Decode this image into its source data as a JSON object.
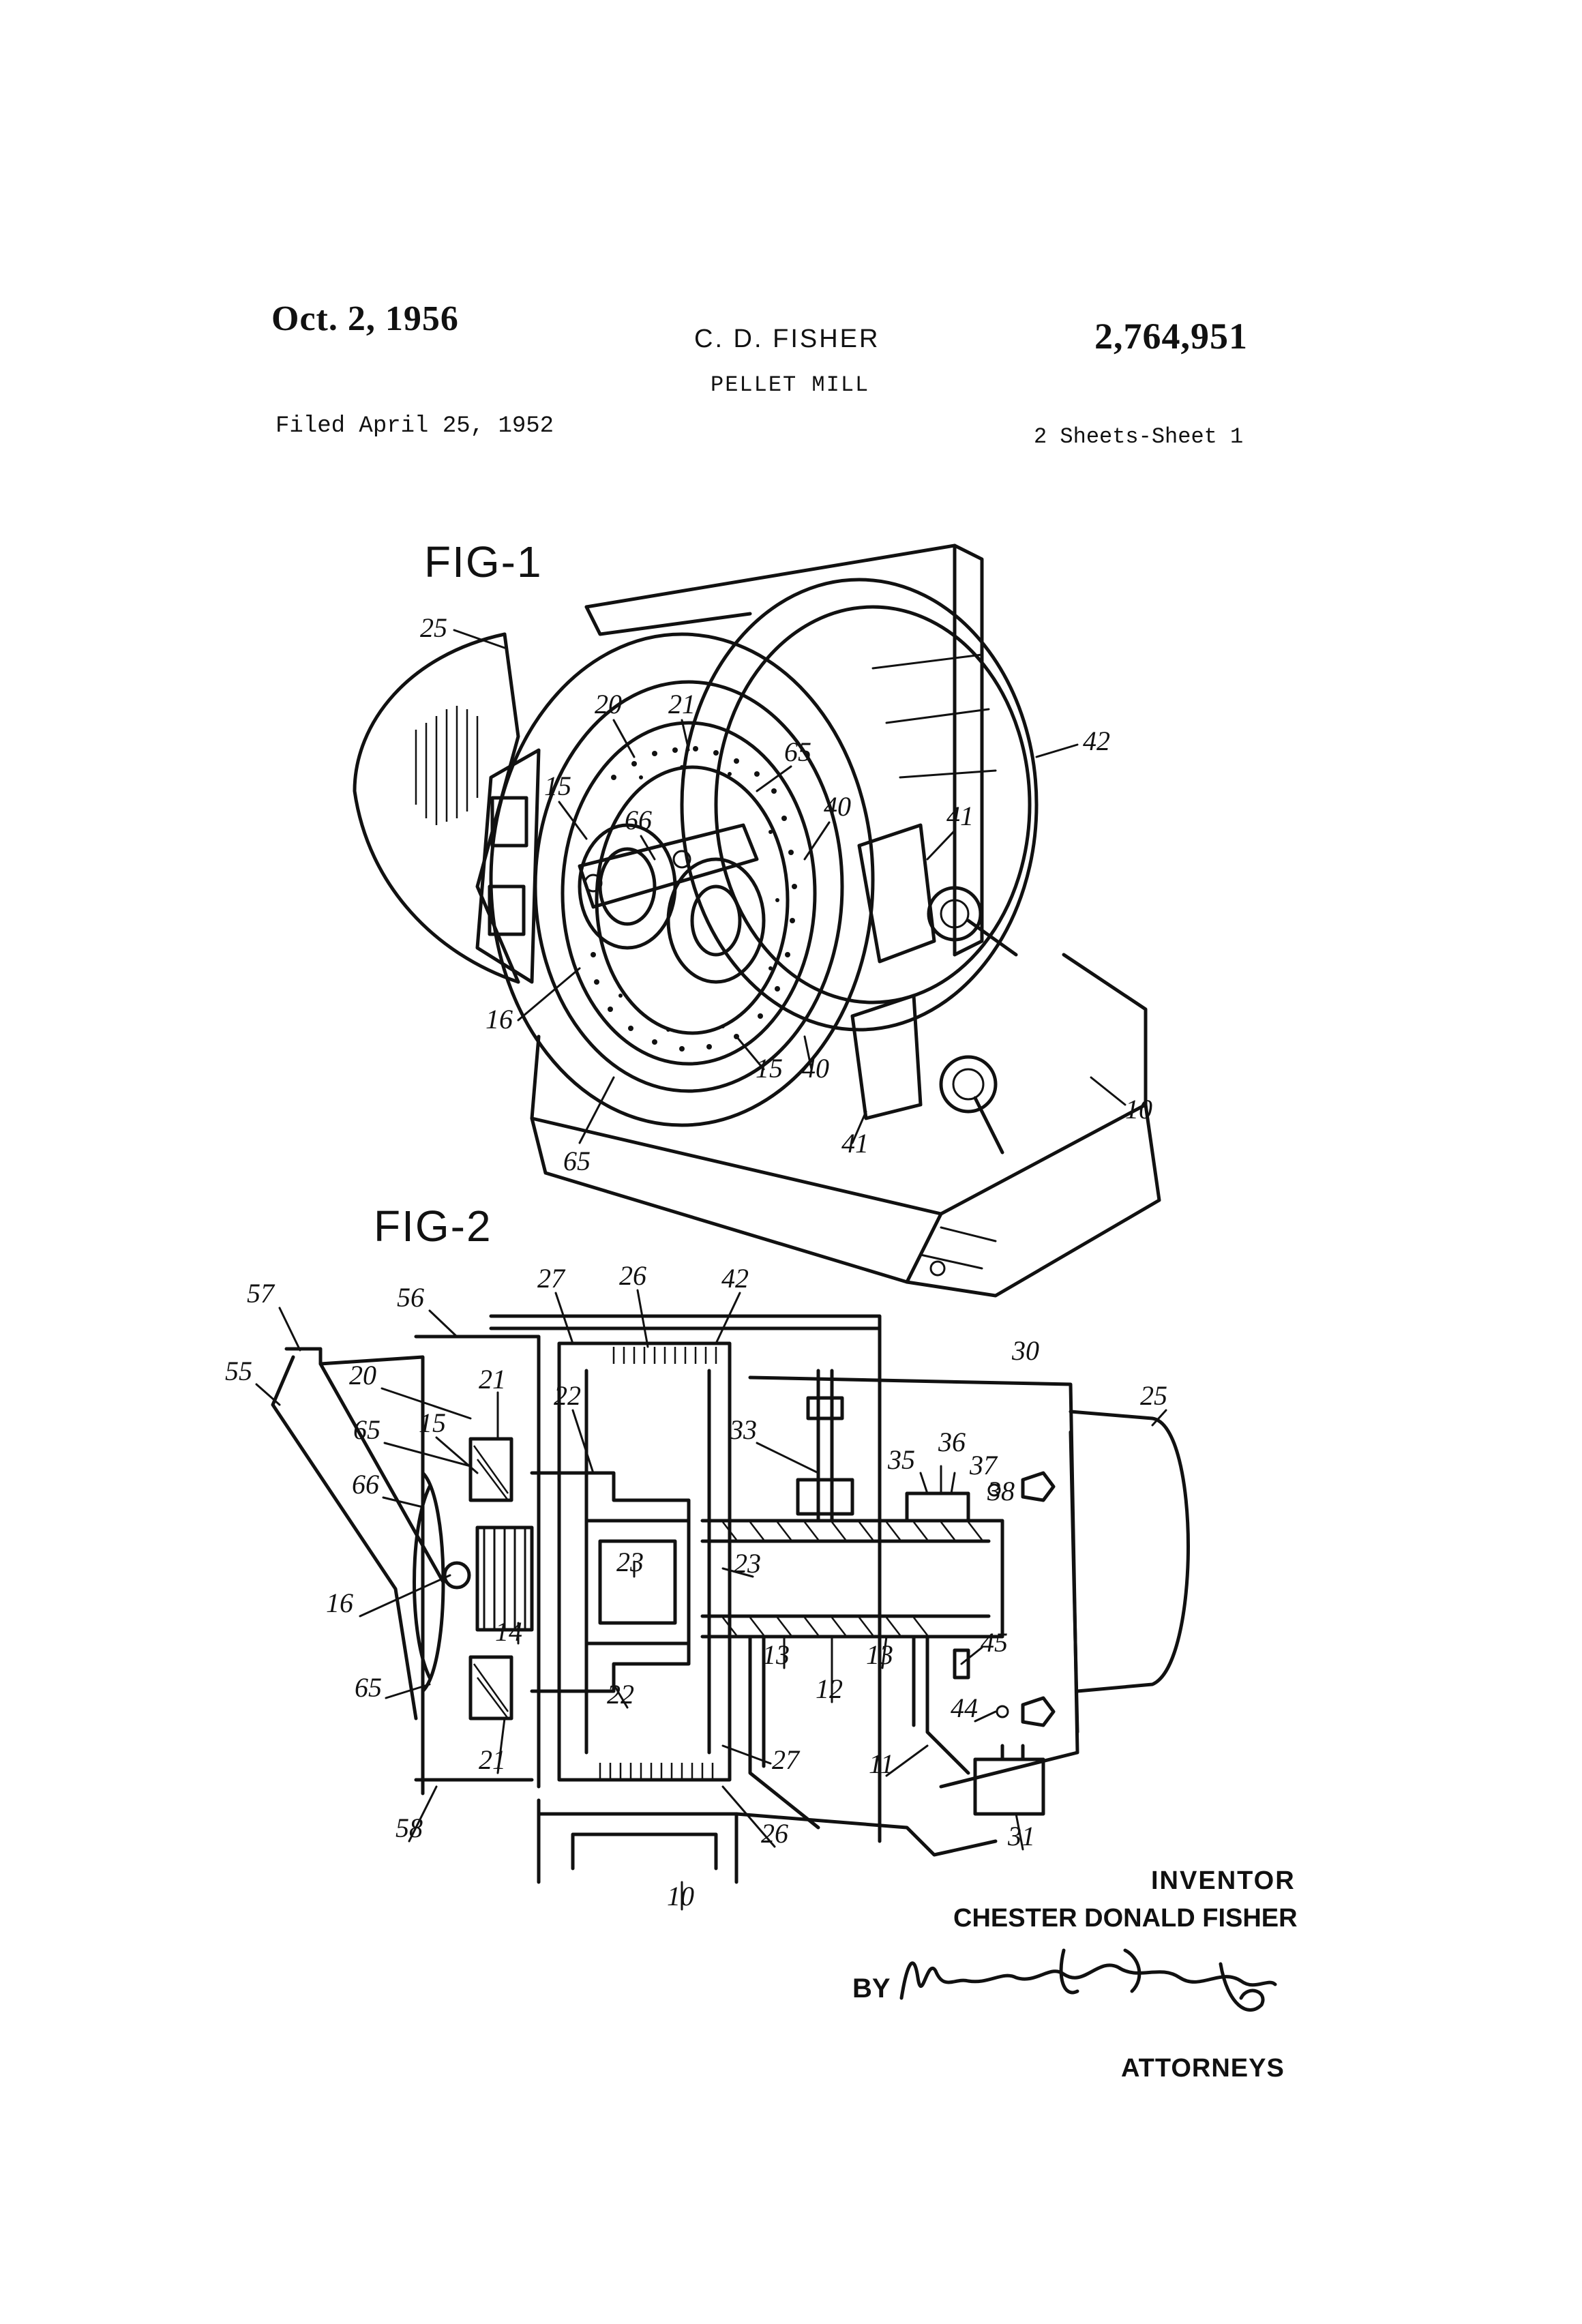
{
  "header": {
    "date": "Oct. 2, 1956",
    "inventor_short": "C. D. FISHER",
    "patent_number": "2,764,951",
    "title": "PELLET MILL",
    "filed": "Filed April 25, 1952",
    "sheets": "2 Sheets-Sheet 1"
  },
  "fig1": {
    "label": "FIG-1",
    "refs": [
      "25",
      "20",
      "21",
      "65",
      "42",
      "15",
      "66",
      "40",
      "41",
      "16",
      "15",
      "40",
      "41",
      "10",
      "65"
    ]
  },
  "fig2": {
    "label": "FIG-2",
    "refs": [
      "57",
      "56",
      "27",
      "26",
      "42",
      "30",
      "55",
      "20",
      "21",
      "22",
      "33",
      "25",
      "65",
      "15",
      "35",
      "36",
      "37",
      "38",
      "66",
      "23",
      "23",
      "16",
      "14",
      "13",
      "12",
      "13",
      "45",
      "65",
      "22",
      "44",
      "21",
      "27",
      "11",
      "58",
      "26",
      "31",
      "10"
    ]
  },
  "signature": {
    "inventor_caption": "INVENTOR",
    "inventor_name": "CHESTER DONALD FISHER",
    "by": "BY",
    "attorneys": "ATTORNEYS"
  }
}
